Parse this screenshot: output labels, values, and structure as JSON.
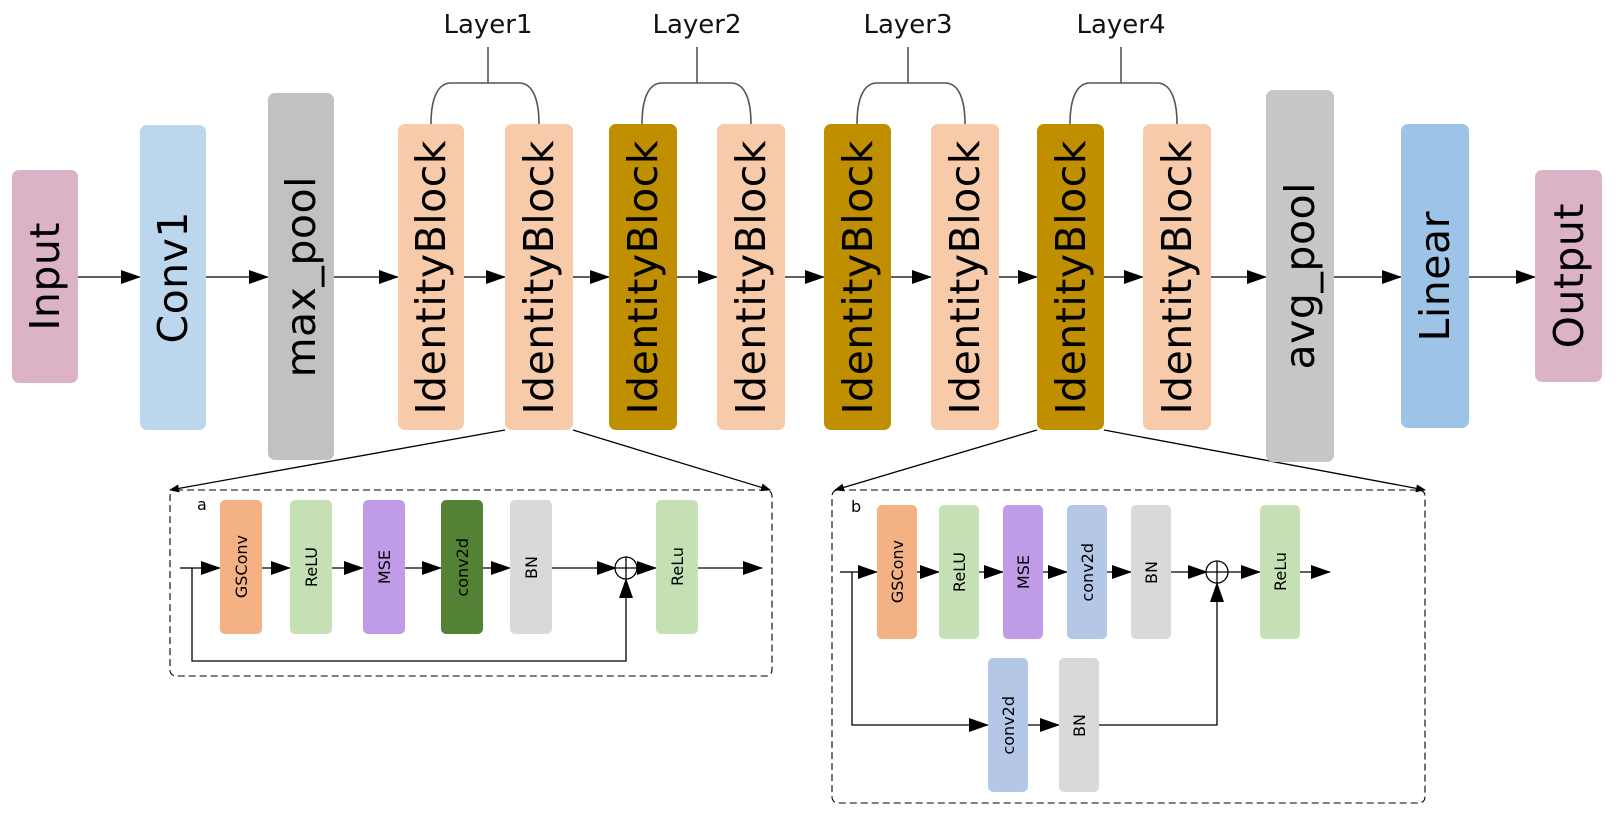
{
  "figure": {
    "main_pipeline": [
      {
        "id": "input",
        "label": "Input",
        "color": "#dcb3c6"
      },
      {
        "id": "conv1",
        "label": "Conv1",
        "color": "#bcd6ee"
      },
      {
        "id": "max_pool",
        "label": "max_pool",
        "color": "#c1c1c1"
      },
      {
        "id": "ib1",
        "label": "IdentityBlock",
        "color": "#f7cbaa",
        "layer": "Layer1"
      },
      {
        "id": "ib2",
        "label": "IdentityBlock",
        "color": "#f7cbaa",
        "layer": "Layer1",
        "detail": "a"
      },
      {
        "id": "ib3",
        "label": "IdentityBlock",
        "color": "#bf8f00",
        "layer": "Layer2"
      },
      {
        "id": "ib4",
        "label": "IdentityBlock",
        "color": "#f7cbaa",
        "layer": "Layer2"
      },
      {
        "id": "ib5",
        "label": "IdentityBlock",
        "color": "#bf8f00",
        "layer": "Layer3"
      },
      {
        "id": "ib6",
        "label": "IdentityBlock",
        "color": "#f7cbaa",
        "layer": "Layer3"
      },
      {
        "id": "ib7",
        "label": "IdentityBlock",
        "color": "#bf8f00",
        "layer": "Layer4",
        "detail": "b"
      },
      {
        "id": "ib8",
        "label": "IdentityBlock",
        "color": "#f7cbaa",
        "layer": "Layer4"
      },
      {
        "id": "avg_pool",
        "label": "avg_pool",
        "color": "#c6c6c6"
      },
      {
        "id": "linear",
        "label": "Linear",
        "color": "#9dc3e6"
      },
      {
        "id": "output",
        "label": "Output",
        "color": "#dcb3c6"
      }
    ],
    "layers": [
      "Layer1",
      "Layer2",
      "Layer3",
      "Layer4"
    ],
    "panel_a": {
      "label": "a",
      "main_path": [
        {
          "label": "GSConv",
          "color": "#f4b183"
        },
        {
          "label": "ReLU",
          "color": "#c5e0b4"
        },
        {
          "label": "MSE",
          "color": "#c09be8"
        },
        {
          "label": "conv2d",
          "color": "#548235"
        },
        {
          "label": "BN",
          "color": "#d9d9d9"
        }
      ],
      "after_sum": {
        "label": "ReLu",
        "color": "#c5e0b4"
      },
      "shortcut": "identity",
      "sum_symbol": "+"
    },
    "panel_b": {
      "label": "b",
      "main_path": [
        {
          "label": "GSConv",
          "color": "#f4b183"
        },
        {
          "label": "ReLU",
          "color": "#c5e0b4"
        },
        {
          "label": "MSE",
          "color": "#c09be8"
        },
        {
          "label": "conv2d",
          "color": "#b4c7e7"
        },
        {
          "label": "BN",
          "color": "#d9d9d9"
        }
      ],
      "after_sum": {
        "label": "ReLu",
        "color": "#c5e0b4"
      },
      "shortcut_path": [
        {
          "label": "conv2d",
          "color": "#b4c7e7"
        },
        {
          "label": "BN",
          "color": "#d9d9d9"
        }
      ],
      "sum_symbol": "+"
    }
  }
}
